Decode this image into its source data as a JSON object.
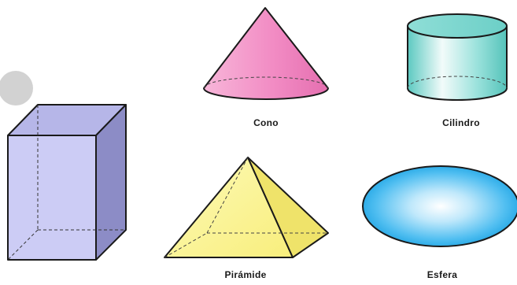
{
  "shapes": {
    "prism": {
      "label": ""
    },
    "cone": {
      "label": "Cono"
    },
    "cylinder": {
      "label": "Cilindro"
    },
    "pyramid": {
      "label": "Pirámide"
    },
    "sphere": {
      "label": "Esfera"
    }
  },
  "colors": {
    "prism_front": "#c8c8f4",
    "prism_side": "#8c8cc6",
    "prism_top": "#b6b6e8",
    "cone_pink": "#f28cc4",
    "cylinder_cyan": "#7fd8d2",
    "pyramid_yellow": "#fbf59a",
    "pyramid_side": "#efe36a",
    "sphere_blue": "#3ab4f0",
    "outline": "#1a1a1a"
  }
}
